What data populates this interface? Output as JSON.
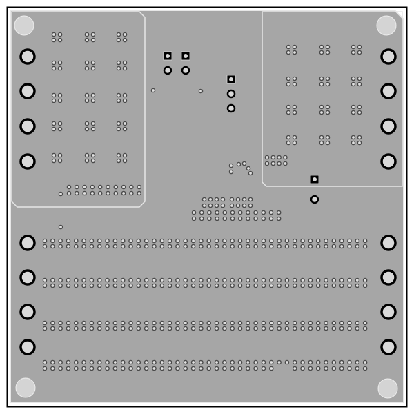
{
  "diagram": {
    "type": "pcb-layer-view",
    "colors": {
      "background": "#ffffff",
      "frame": "#000000",
      "copper_pour": "#a6a6a6",
      "outline": "#e6e6e6",
      "mounting_hole": "#d4d4d4",
      "pad_ring": "#000000",
      "pad_center": "#d9d9d9",
      "via_ring": "#4a4a4a",
      "via_center": "#e0e0e0"
    },
    "elements": {
      "mounting_holes": 4,
      "large_through_hole_pads": 16,
      "square_pads": 4,
      "via_connector_rows": 4
    }
  }
}
